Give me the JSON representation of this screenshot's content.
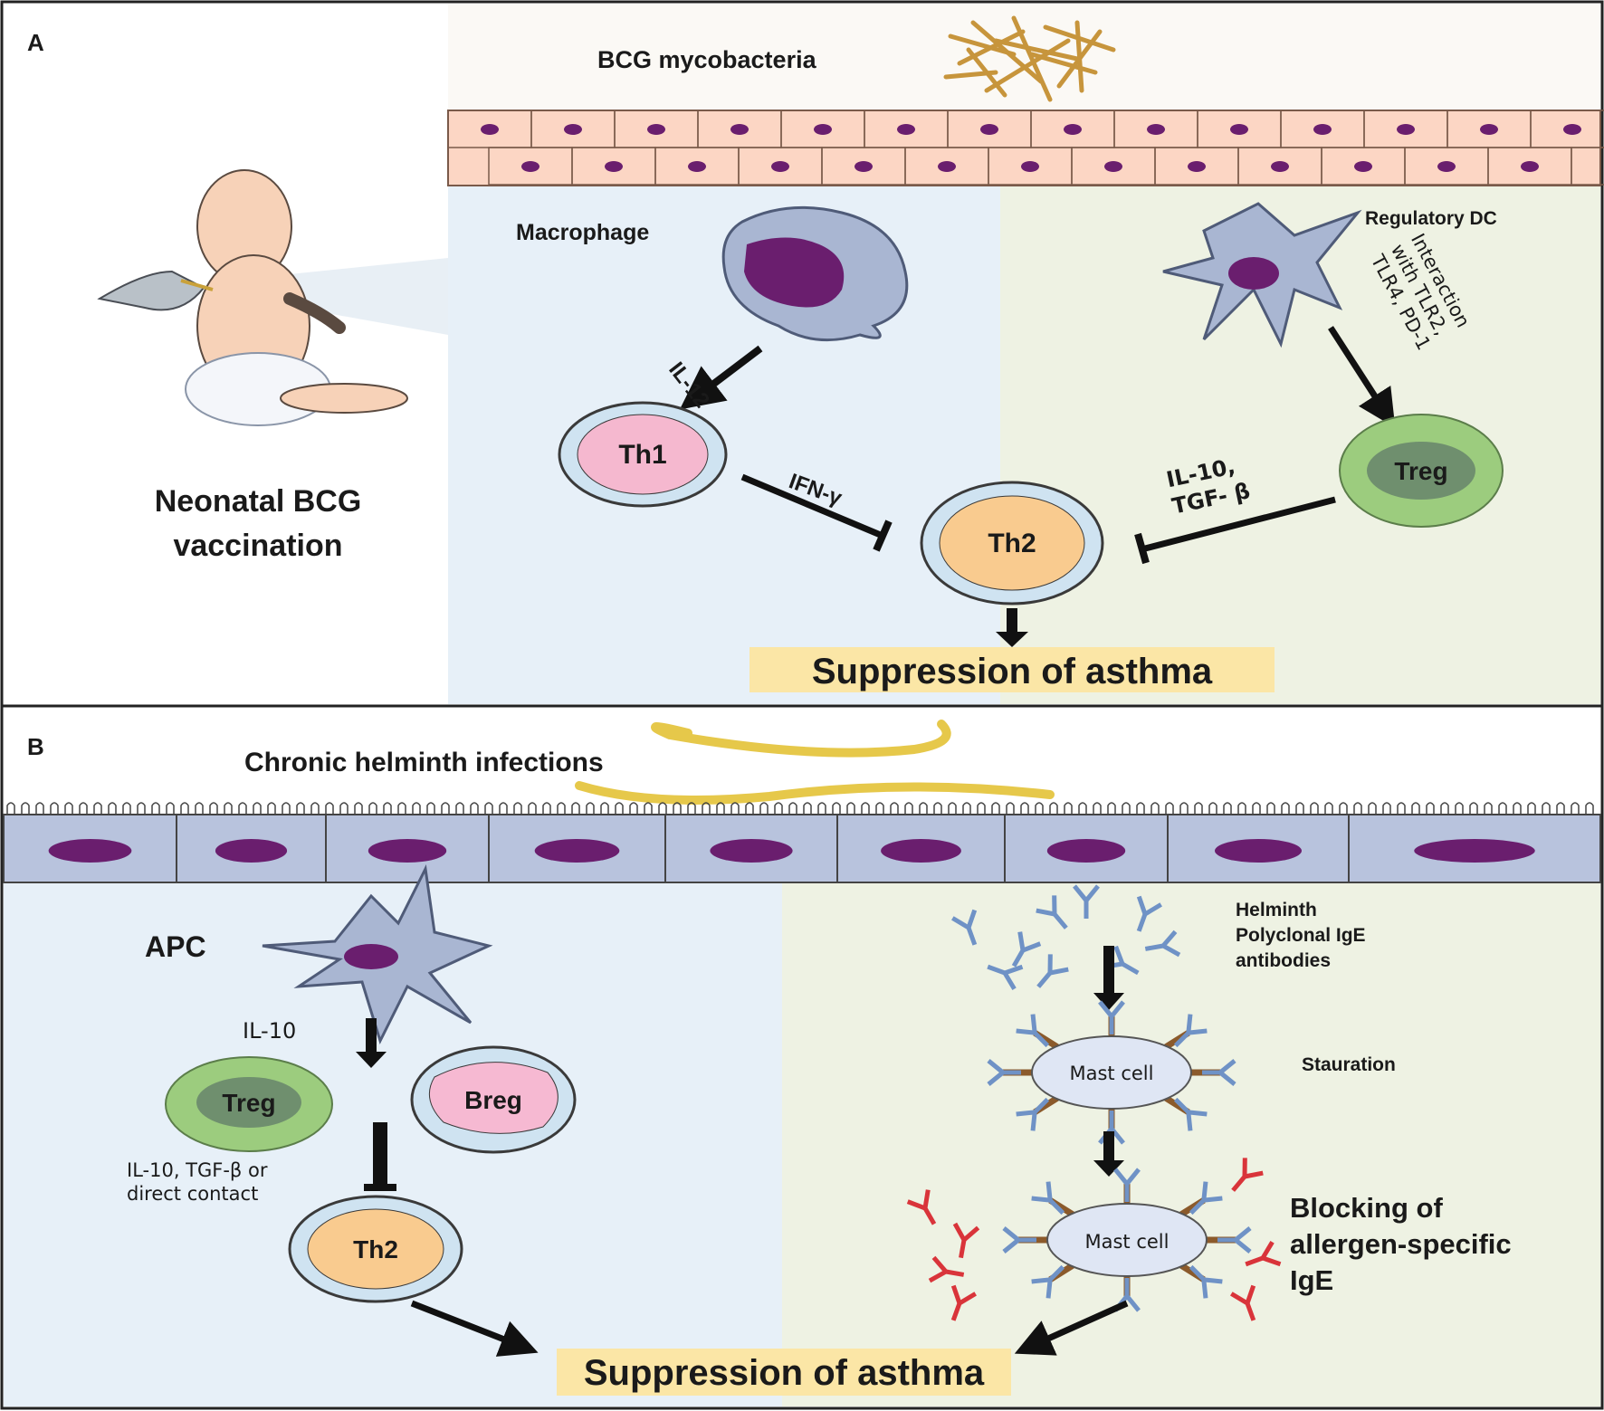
{
  "colors": {
    "panel_bg_left": "#e7f0f8",
    "panel_bg_right": "#eef2e3",
    "epithelium": "#fcd6c4",
    "nucleus": "#6a1e6e",
    "cell_body": "#a9b6d2",
    "th1_fill": "#f5b8cf",
    "th2_fill": "#f9cb8f",
    "treg_fill": "#9ccc7e",
    "breg_fill": "#f6b9d2",
    "helminth": "#e6c84a",
    "ige_blue": "#6f92c6",
    "ige_red": "#d9343a",
    "banner": "#fbe6a6"
  },
  "panel_a": {
    "letter": "A",
    "bcg_label": "BCG mycobacteria",
    "vaccination_label_line1": "Neonatal BCG",
    "vaccination_label_line2": "vaccination",
    "macrophage_label": "Macrophage",
    "regulatory_dc_label": "Regulatory DC",
    "il12_label": "IL-12",
    "th1_label": "Th1",
    "ifn_label": "IFN-γ",
    "th2_label": "Th2",
    "treg_label": "Treg",
    "il10_tgf_line1": "IL-10,",
    "il10_tgf_line2": "TGF- β",
    "interaction_line1": "Interaction",
    "interaction_line2": "with TLR2,",
    "interaction_line3": "TLR4, PD-1",
    "suppression_label": "Suppression of asthma"
  },
  "panel_b": {
    "letter": "B",
    "helminth_label": "Chronic helminth infections",
    "apc_label": "APC",
    "il10_label": "IL-10",
    "treg_label": "Treg",
    "breg_label": "Breg",
    "treg_mech_line1": "IL-10, TGF-β or",
    "treg_mech_line2": "direct contact",
    "th2_label": "Th2",
    "helminth_ige_line1": "Helminth",
    "helminth_ige_line2": "Polyclonal IgE",
    "helminth_ige_line3": "antibodies",
    "mast_cell_label_1": "Mast cell",
    "saturation_label": "Stauration",
    "mast_cell_label_2": "Mast cell",
    "blocking_line1": "Blocking of",
    "blocking_line2": "allergen-specific",
    "blocking_line3": "IgE",
    "suppression_label": "Suppression of asthma"
  }
}
